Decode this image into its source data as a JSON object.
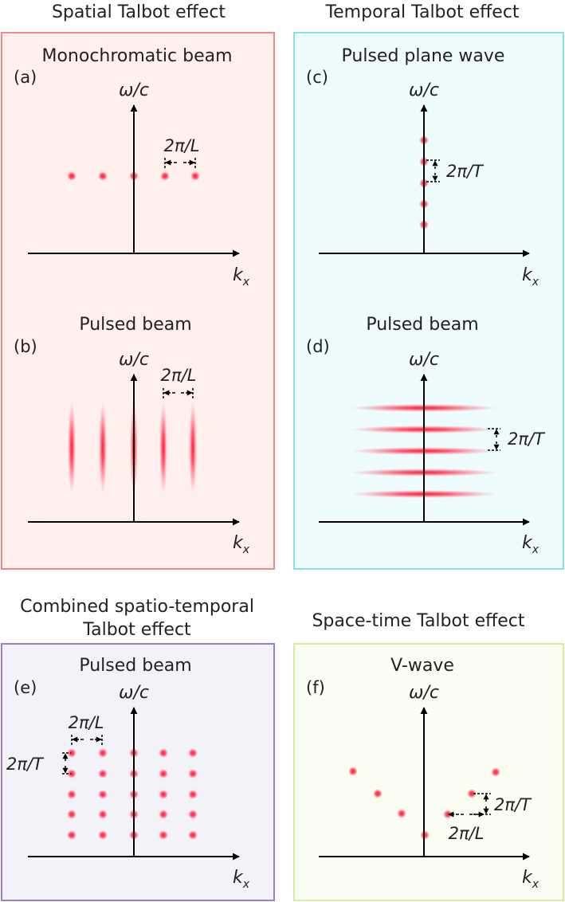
{
  "headings": {
    "spatial": "Spatial Talbot effect",
    "temporal": "Temporal Talbot effect",
    "combined_line1": "Combined spatio-temporal",
    "combined_line2": "Talbot effect",
    "spacetime": "Space-time Talbot effect"
  },
  "axes": {
    "y_label": "ω/c",
    "x_label_main": "k",
    "x_label_sub": "x"
  },
  "colors": {
    "spatial_panel_fill": "#fff0ee",
    "spatial_panel_border": "#e98a8d",
    "temporal_panel_fill": "#eefcfd",
    "temporal_panel_border": "#86e1ea",
    "combined_panel_fill": "#f4f2f9",
    "combined_panel_border": "#9d80c0",
    "spacetime_panel_fill": "#fafdf2",
    "spacetime_panel_border": "#dbeb9e",
    "spot": "#ff1f3d"
  },
  "panels": {
    "a": {
      "label": "(a)",
      "title": "Monochromatic beam",
      "period": "2π/L"
    },
    "b": {
      "label": "(b)",
      "title": "Pulsed beam",
      "period": "2π/L"
    },
    "c": {
      "label": "(c)",
      "title": "Pulsed plane wave",
      "period": "2π/T"
    },
    "d": {
      "label": "(d)",
      "title": "Pulsed beam",
      "period": "2π/T"
    },
    "e": {
      "label": "(e)",
      "title": "Pulsed beam",
      "period_x": "2π/L",
      "period_y": "2π/T"
    },
    "f": {
      "label": "(f)",
      "title": "V-wave",
      "period_x": "2π/L",
      "period_y": "2π/T"
    }
  }
}
